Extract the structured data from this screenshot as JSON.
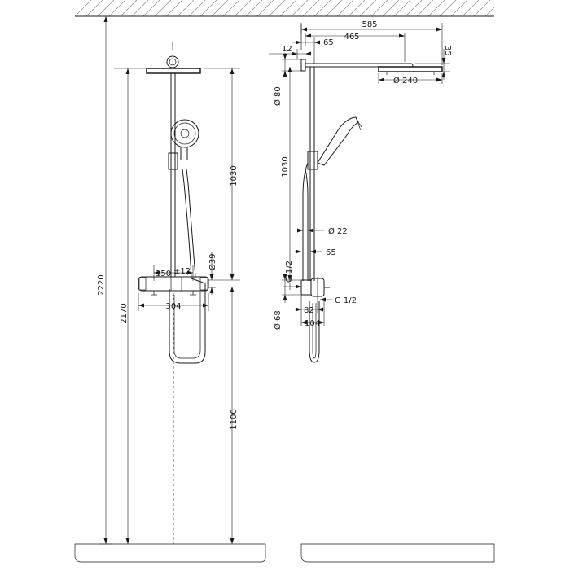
{
  "diagram": {
    "front_view": {
      "dims": {
        "total_height": "2220",
        "ceiling_height": "2170",
        "upper_riser": "1030",
        "lower_height": "1100",
        "mixer_centers": "150",
        "mixer_tolerance": "±12",
        "mixer_width": "304",
        "riser_diameter": "Ø39"
      }
    },
    "side_view": {
      "dims": {
        "arm_total": "585",
        "arm_length": "465",
        "wall_offset": "65",
        "wall_plate": "12",
        "head_height": "35",
        "head_diameter": "Ø 240",
        "rose_diameter": "Ø 80",
        "riser_length": "1030",
        "hose_diameter": "Ø 22",
        "riser_offset": "65",
        "connection_thread_left": "G 1/2",
        "connection_thread_right": "G 1/2",
        "mixer_depth": "82",
        "mixer_total_depth": "104",
        "escutcheon_diameter": "Ø 68"
      }
    },
    "colors": {
      "line": "#1a1a1a",
      "hatch": "#888888"
    }
  }
}
